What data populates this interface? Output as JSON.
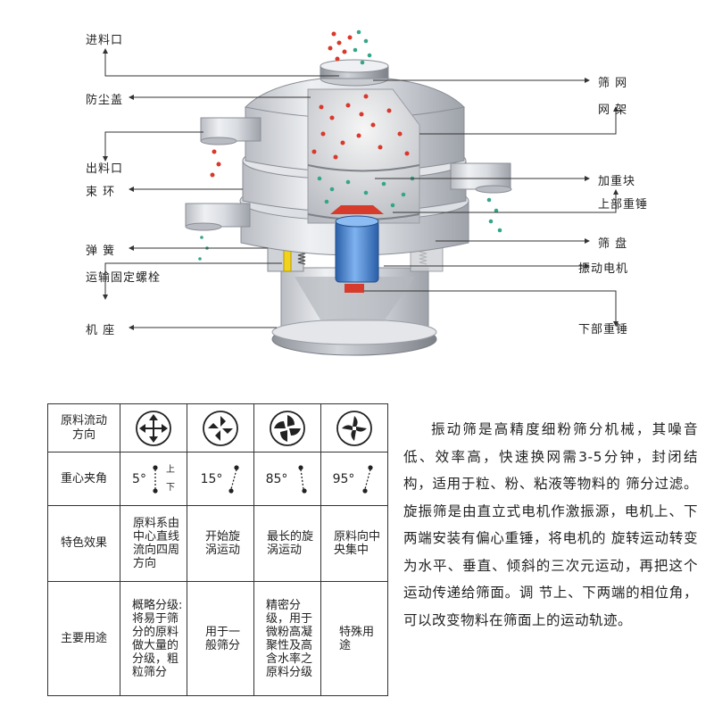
{
  "labels_left": [
    {
      "id": "inlet",
      "text": "进料口"
    },
    {
      "id": "dust-cover",
      "text": "防尘盖"
    },
    {
      "id": "outlet",
      "text": "出料口"
    },
    {
      "id": "clamp-ring",
      "text": "束 环"
    },
    {
      "id": "spring",
      "text": "弹 簧"
    },
    {
      "id": "transport-bolt",
      "text": "运输固定螺栓"
    },
    {
      "id": "base",
      "text": "机 座"
    }
  ],
  "labels_right": [
    {
      "id": "screen-mesh",
      "text": "筛 网"
    },
    {
      "id": "mesh-frame",
      "text": "网 架"
    },
    {
      "id": "weight-block",
      "text": "加重块"
    },
    {
      "id": "upper-hammer",
      "text": "上部重锤"
    },
    {
      "id": "screen-tray",
      "text": "筛 盘"
    },
    {
      "id": "vibration-motor",
      "text": "振动电机"
    },
    {
      "id": "lower-hammer",
      "text": "下部重锤"
    }
  ],
  "table": {
    "rows": {
      "flow": "原料流动方向",
      "angle": "重心夹角",
      "effect": "特色效果",
      "usage": "主要用途"
    },
    "angle_up": "上",
    "angle_down": "下",
    "columns": [
      {
        "angle": "5°",
        "effect": "原料系由中心直线流向四周方向",
        "usage": "概略分级:将易于筛分的原料做大量的分级，粗粒筛分"
      },
      {
        "angle": "15°",
        "effect": "开始旋涡运动",
        "usage": "用于一般筛分"
      },
      {
        "angle": "85°",
        "effect": "最长的旋涡运动",
        "usage": "精密分级，用于微粉高凝聚性及高含水率之原料分级"
      },
      {
        "angle": "95°",
        "effect": "原料向中央集中",
        "usage": "特殊用途"
      }
    ]
  },
  "description": "振动筛是高精度细粉筛分机械，其噪音低、效率高，快速换网需3-5分钟，封闭结构，适用于粒、粉、粘液等物料的 筛分过滤。旋振筛是由直立式电机作激振源，电机上、下两端安装有偏心重锤，将电机的 旋转运动转变为水平、垂直、倾斜的三次元运动，再把这个运动传递给筛面。调 节上、下两端的相位角，可以改变物料在筛面上的运动轨迹。",
  "colors": {
    "red_particles": "#d9382b",
    "green_particles": "#35a58a",
    "motor_blue": "#3a7fd1",
    "spring_yellow": "#f2d21b"
  }
}
